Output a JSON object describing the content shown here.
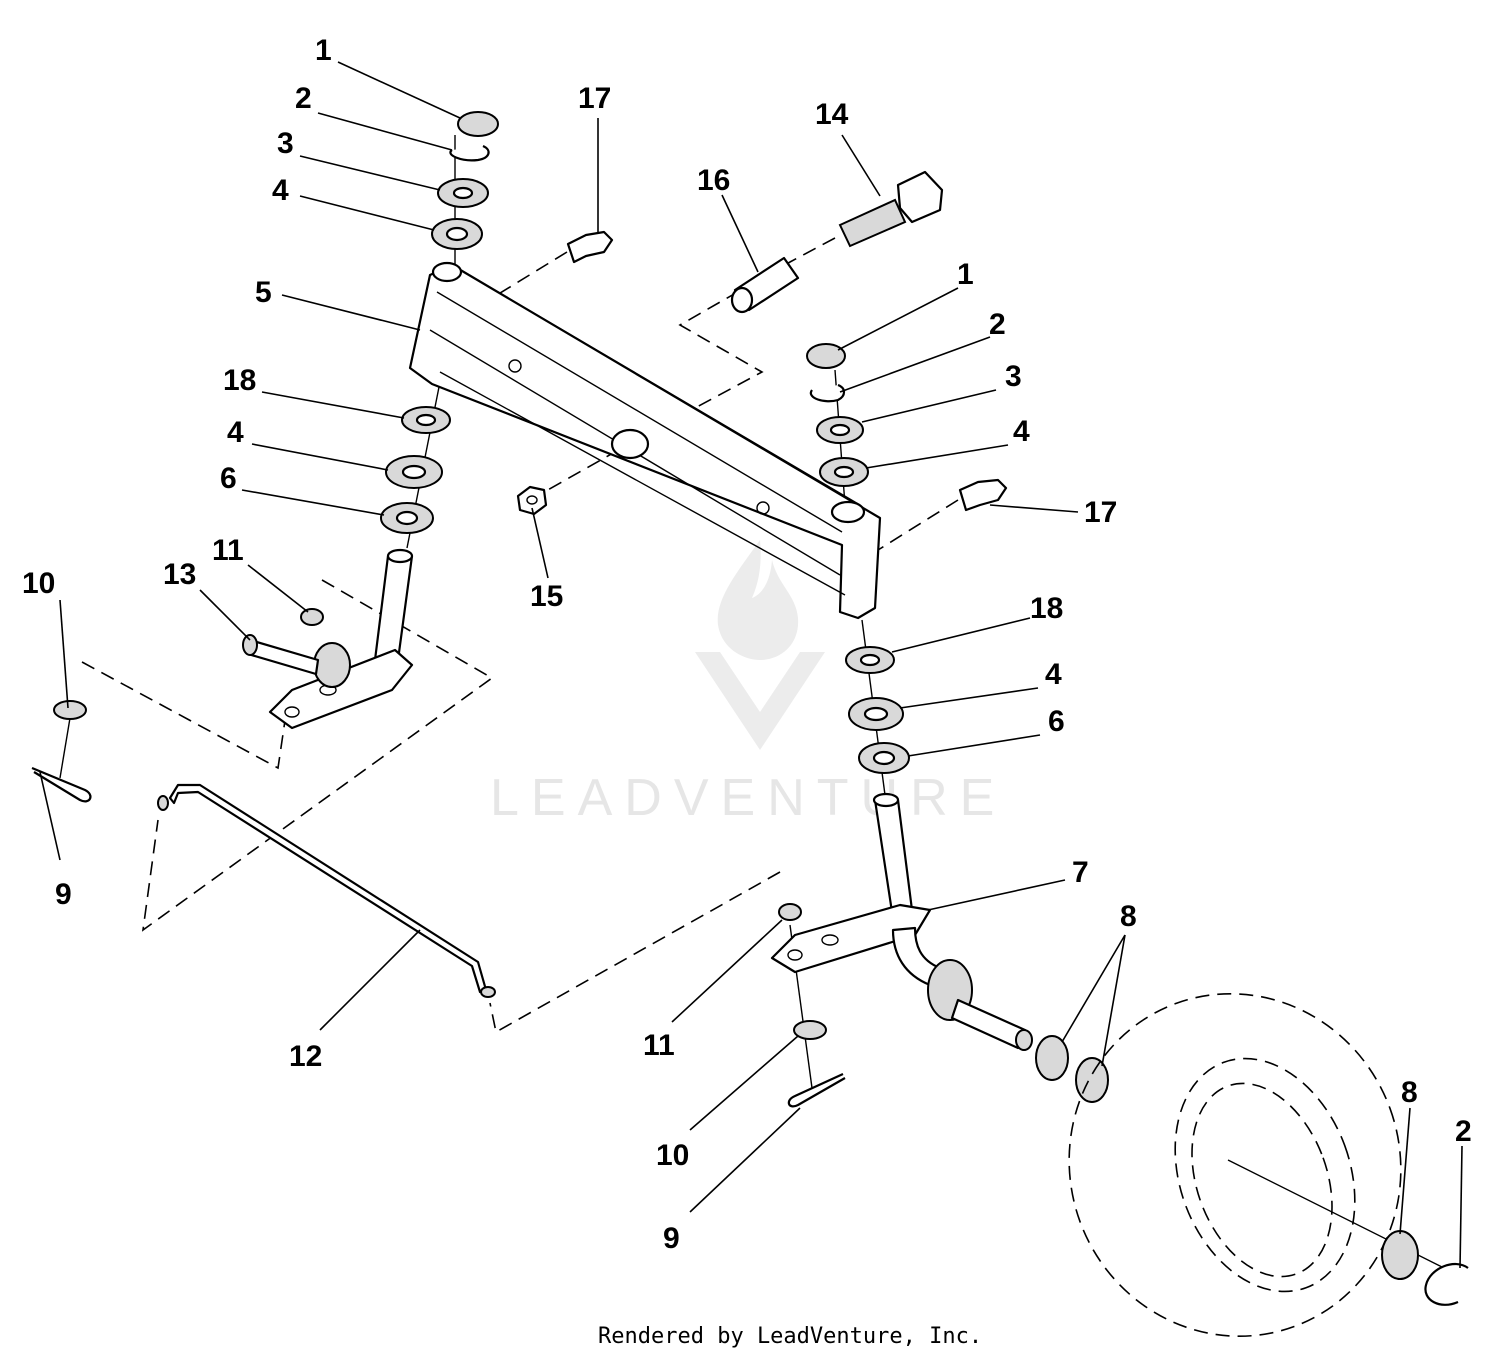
{
  "watermark": {
    "text": "LEADVENTURE"
  },
  "footer": {
    "text": "Rendered by LeadVenture, Inc."
  },
  "callouts": [
    {
      "id": "c1a",
      "label": "1"
    },
    {
      "id": "c2a",
      "label": "2"
    },
    {
      "id": "c3a",
      "label": "3"
    },
    {
      "id": "c4a",
      "label": "4"
    },
    {
      "id": "c5",
      "label": "5"
    },
    {
      "id": "c18a",
      "label": "18"
    },
    {
      "id": "c4b",
      "label": "4"
    },
    {
      "id": "c6a",
      "label": "6"
    },
    {
      "id": "c17a",
      "label": "17"
    },
    {
      "id": "c16",
      "label": "16"
    },
    {
      "id": "c14",
      "label": "14"
    },
    {
      "id": "c1b",
      "label": "1"
    },
    {
      "id": "c2b",
      "label": "2"
    },
    {
      "id": "c3b",
      "label": "3"
    },
    {
      "id": "c4c",
      "label": "4"
    },
    {
      "id": "c17b",
      "label": "17"
    },
    {
      "id": "c15",
      "label": "15"
    },
    {
      "id": "c11a",
      "label": "11"
    },
    {
      "id": "c13",
      "label": "13"
    },
    {
      "id": "c10a",
      "label": "10"
    },
    {
      "id": "c9a",
      "label": "9"
    },
    {
      "id": "c18b",
      "label": "18"
    },
    {
      "id": "c4d",
      "label": "4"
    },
    {
      "id": "c6b",
      "label": "6"
    },
    {
      "id": "c7",
      "label": "7"
    },
    {
      "id": "c8a",
      "label": "8"
    },
    {
      "id": "c12",
      "label": "12"
    },
    {
      "id": "c11b",
      "label": "11"
    },
    {
      "id": "c10b",
      "label": "10"
    },
    {
      "id": "c9b",
      "label": "9"
    },
    {
      "id": "c8b",
      "label": "8"
    },
    {
      "id": "c2c",
      "label": "2"
    }
  ]
}
